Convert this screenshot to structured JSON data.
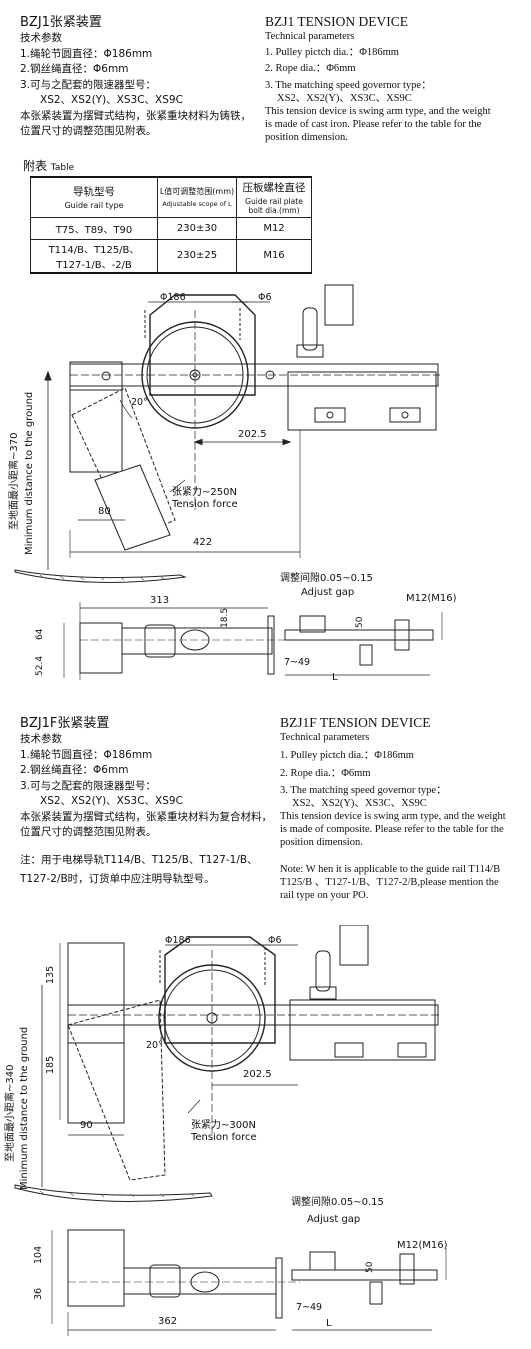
{
  "sec1": {
    "title_cn": "BZJ1张紧装置",
    "params_cn": "技术参数",
    "cn_lines": [
      "1.绳轮节圆直径：Φ186mm",
      "2.钢丝绳直径：Φ6mm",
      "3.可与之配套的限速器型号：",
      "XS2、XS2(Y)、XS3C、XS9C",
      "本张紧装置为摆臂式结构，张紧重块材料为铸铁，",
      "位置尺寸的调整范围见附表。"
    ],
    "title_en": "BZJ1 TENSION DEVICE",
    "params_en": "Technical parameters",
    "en_lines": [
      "1. Pulley pictch dia.：Φ186mm",
      "2. Rope dia.：Φ6mm",
      "3.  The matching speed governor type：",
      "XS2、XS2(Y)、XS3C、XS9C",
      "This tension device is swing arm type, and the weight",
      "is made of cast iron. Please refer to the table for the",
      "position dimension."
    ]
  },
  "table": {
    "caption_cn": "附表",
    "caption_en": "Table",
    "h1_cn": "导轨型号",
    "h1_en": "Guide rail type",
    "h2_cn": "L值可调整范围(mm)",
    "h2_en": "Adjustable scope of L",
    "h3_cn": "压板螺栓直径",
    "h3_en": "Guide rail plate bolt dia.(mm)",
    "r1c1": "T75、T89、T90",
    "r1c2": "230±30",
    "r1c3": "M12",
    "r2c1a": "T114/B、T125/B、",
    "r2c1b": "T127-1/B、-2/B",
    "r2c2": "230±25",
    "r2c3": "M16"
  },
  "fig1": {
    "phi186": "Φ186",
    "phi6": "Φ6",
    "angle": "20°",
    "d202": "202.5",
    "force_cn": "张紧力~250N",
    "force_en": "Tension force",
    "d80": "80",
    "d422": "422",
    "ground_cn": "至地面最小距离~370",
    "ground_en": "Minimum distance to the ground",
    "gap_cn": "调整间隙0.05~0.15",
    "gap_en": "Adjust gap",
    "d313": "313",
    "d18": "18.5",
    "d64": "64",
    "d52": "52.4",
    "d50": "50",
    "m12": "M12(M16)",
    "d749": "7~49",
    "L": "L"
  },
  "sec2": {
    "title_cn": "BZJ1F张紧装置",
    "params_cn": "技术参数",
    "cn_lines": [
      "1.绳轮节圆直径：Φ186mm",
      "2.钢丝绳直径：Φ6mm",
      "3.可与之配套的限速器型号：",
      "XS2、XS2(Y)、XS3C、XS9C",
      "本张紧装置为摆臂式结构，张紧重块材料为复合材料，",
      "位置尺寸的调整范围见附表。"
    ],
    "note_cn": [
      "注：用于电梯导轨T114/B、T125/B、T127-1/B、",
      "T127-2/B时，订货单中应注明导轨型号。"
    ],
    "title_en": "BZJ1F TENSION DEVICE",
    "params_en": "Technical parameters",
    "en_lines": [
      "1. Pulley pictch dia.：Φ186mm",
      "2. Rope dia.：Φ6mm",
      "3.  The matching speed governor type：",
      "XS2、XS2(Y)、XS3C、XS9C",
      "This tension device is swing arm type, and the weight",
      "is made of composite. Please refer to the table for the",
      "position dimension."
    ],
    "note_en": [
      "Note: W hen it is applicable to the guide rail T114/B",
      "T125/B   、T127-1/B、T127-2/B,please mention the",
      "rail type on your PO."
    ]
  },
  "fig2": {
    "phi186": "Φ186",
    "phi6": "Φ6",
    "d135": "135",
    "d185": "185",
    "angle": "20°",
    "d202": "202.5",
    "force_cn": "张紧力~300N",
    "force_en": "Tension force",
    "d90": "90",
    "ground_cn": "至地面最小距离~340",
    "ground_en": "Minimum distance to the ground",
    "gap_cn": "调整间隙0.05~0.15",
    "gap_en": "Adjust gap",
    "m12": "M12(M16)",
    "d104": "104",
    "d36": "36",
    "d50": "50",
    "d749": "7~49",
    "d362": "362",
    "L": "L"
  }
}
